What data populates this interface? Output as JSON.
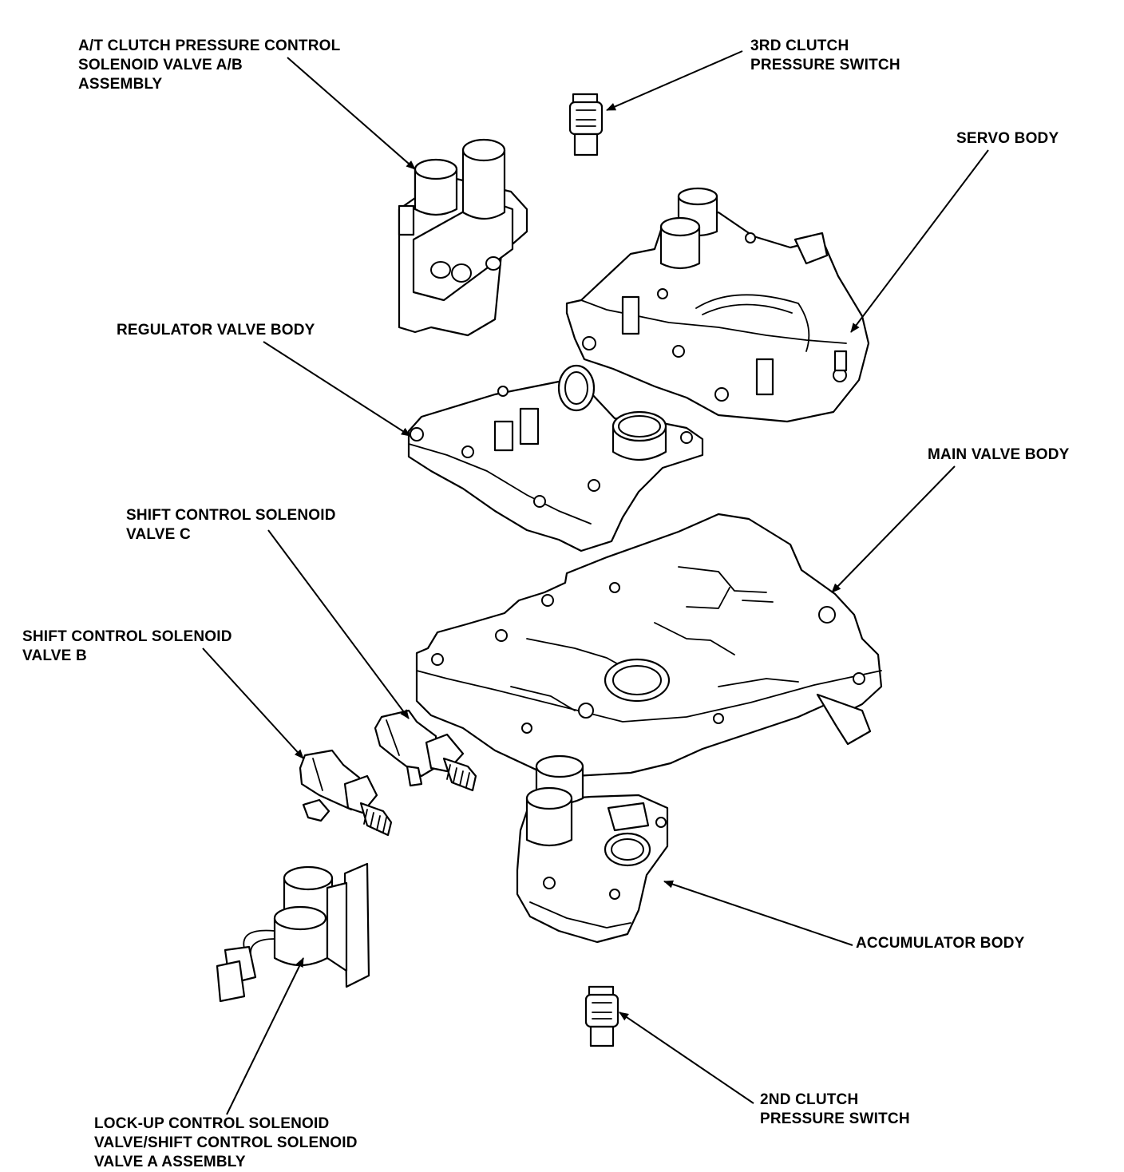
{
  "labels": {
    "at_solenoid": [
      "A/T CLUTCH PRESSURE CONTROL",
      "SOLENOID VALVE A/B",
      "ASSEMBLY"
    ],
    "third_switch": [
      "3RD CLUTCH",
      "PRESSURE SWITCH"
    ],
    "servo_body": [
      "SERVO BODY"
    ],
    "regulator_body": [
      "REGULATOR VALVE BODY"
    ],
    "main_body": [
      "MAIN VALVE BODY"
    ],
    "shift_c": [
      "SHIFT CONTROL SOLENOID",
      "VALVE C"
    ],
    "shift_b": [
      "SHIFT CONTROL SOLENOID",
      "VALVE B"
    ],
    "accumulator_body": [
      "ACCUMULATOR BODY"
    ],
    "second_switch": [
      "2ND CLUTCH",
      "PRESSURE SWITCH"
    ],
    "lockup": [
      "LOCK-UP CONTROL SOLENOID",
      "VALVE/SHIFT CONTROL SOLENOID",
      "VALVE A ASSEMBLY"
    ]
  }
}
